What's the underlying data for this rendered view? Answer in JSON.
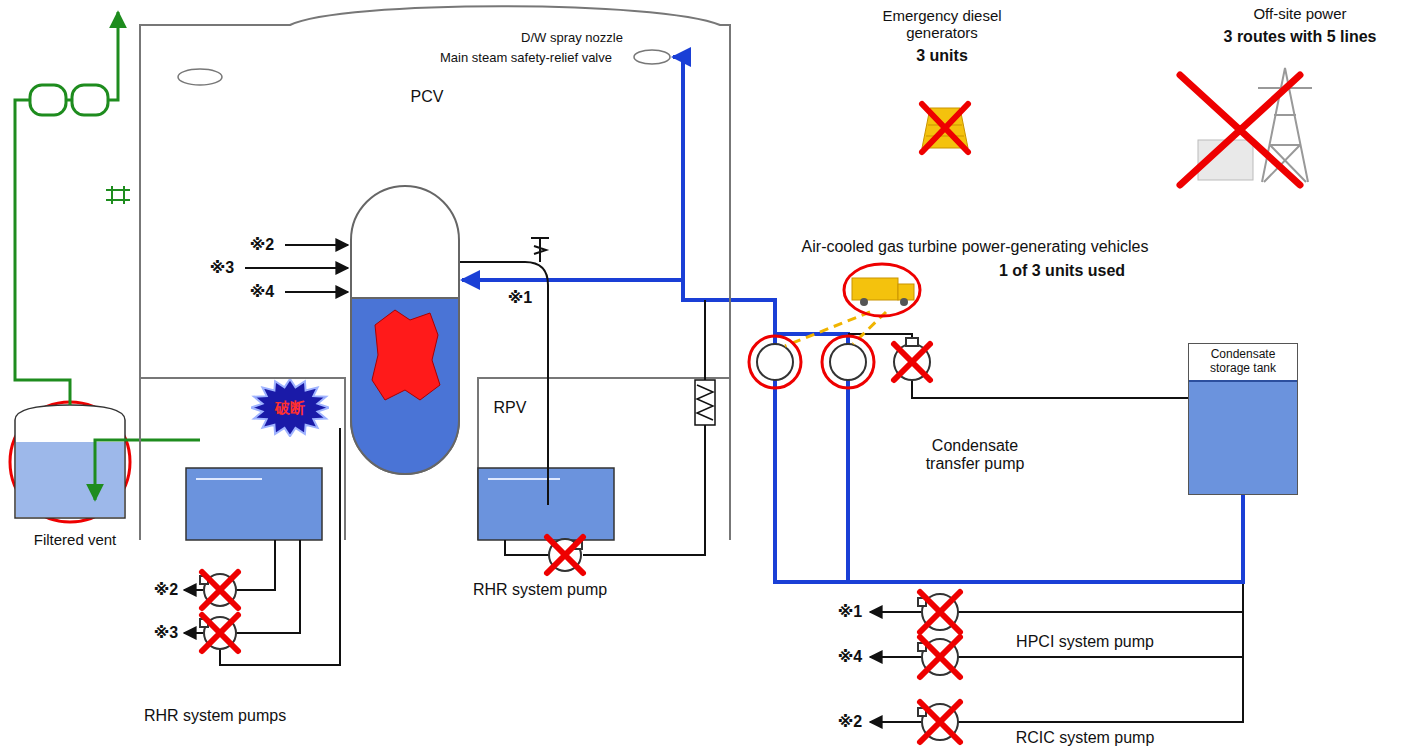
{
  "diagram": {
    "nodes": [
      {
        "text": [
          "PCV"
        ]
      },
      {
        "text": [
          "RPV"
        ],
        "in": 0
      },
      {
        "text": [
          "破断"
        ],
        "in": 0
      },
      {
        "text": [
          "Condensate storage tank"
        ]
      }
    ],
    "edges": [
      {
        "from": 3,
        "to": 1,
        "arrow": "to"
      }
    ],
    "labels": [
      "Emergency diesel generators",
      "3 units",
      "Off-site power",
      "3 routes with 5 lines",
      "D/W spray nozzle",
      "Main steam safety-relief valve",
      "Air-cooled gas turbine power-generating vehicles",
      "1 of 3 units used",
      "※2",
      "※3",
      "※4",
      "※1",
      "Condensate transfer pump",
      "Filtered vent",
      "※2",
      "※3",
      "RHR system pumps",
      "RHR system pump",
      "※1",
      "※4",
      "※2",
      "HPCI system pump",
      "RCIC system pump"
    ]
  }
}
